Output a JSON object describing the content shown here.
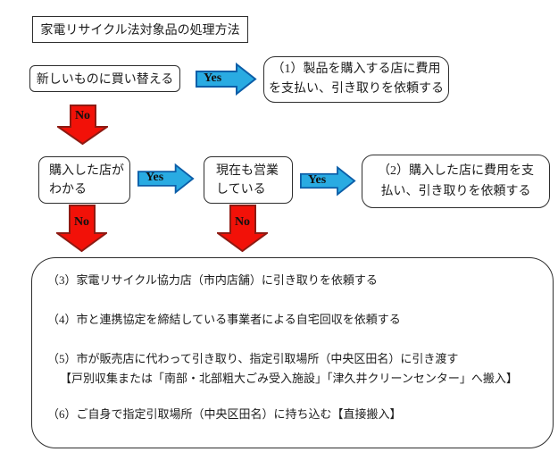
{
  "title": "家電リサイクル法対象品の処理方法",
  "labels": {
    "yes": "Yes",
    "no": "No"
  },
  "flow": {
    "start": "新しいものに買い替える",
    "result1": [
      "（1）製品を購入する店に費用",
      "を支払い、引き取りを依頼する"
    ],
    "shop_known": [
      "購入した店が",
      "わかる"
    ],
    "still_open": [
      "現在も営業",
      "している"
    ],
    "result2": [
      "（2）購入した店に費用を支",
      "払い、引き取りを依頼する"
    ]
  },
  "options": {
    "opt3": "（3）家電リサイクル協力店（市内店舗）に引き取りを依頼する",
    "opt4": "（4）市と連携協定を締結している事業者による自宅回収を依頼する",
    "opt5": "（5）市が販売店に代わって引き取り、指定引取場所（中央区田名）に引き渡す",
    "opt5_sub": "【戸別収集または「南部・北部粗大ごみ受入施設」「津久井クリーンセンター」へ搬入】",
    "opt6": "（6）ご自身で指定引取場所（中央区田名）に持ち込む【直接搬入】"
  },
  "colors": {
    "yes_fill": "#29ABE2",
    "yes_stroke": "#0C5EA8",
    "no_fill": "#F21108",
    "no_stroke": "#8E1A12"
  }
}
